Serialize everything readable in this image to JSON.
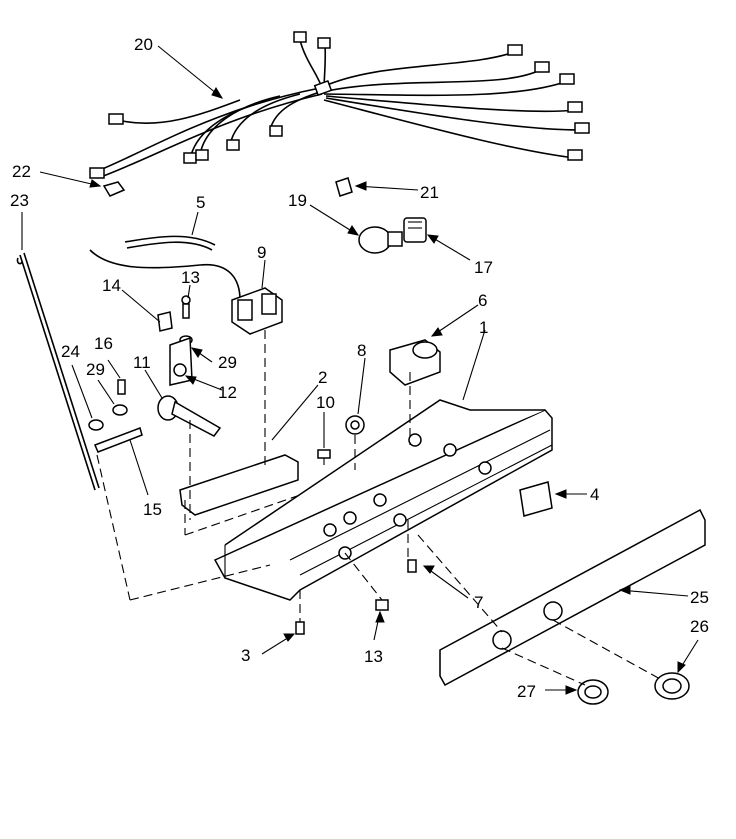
{
  "diagram": {
    "callouts": [
      {
        "id": "c1",
        "text": "1"
      },
      {
        "id": "c2",
        "text": "2"
      },
      {
        "id": "c3",
        "text": "3"
      },
      {
        "id": "c4",
        "text": "4"
      },
      {
        "id": "c5",
        "text": "5"
      },
      {
        "id": "c6",
        "text": "6"
      },
      {
        "id": "c7",
        "text": "7"
      },
      {
        "id": "c8",
        "text": "8"
      },
      {
        "id": "c9",
        "text": "9"
      },
      {
        "id": "c10",
        "text": "10"
      },
      {
        "id": "c11",
        "text": "11"
      },
      {
        "id": "c12",
        "text": "12"
      },
      {
        "id": "c13a",
        "text": "13"
      },
      {
        "id": "c13b",
        "text": "13"
      },
      {
        "id": "c14",
        "text": "14"
      },
      {
        "id": "c15",
        "text": "15"
      },
      {
        "id": "c16",
        "text": "16"
      },
      {
        "id": "c17",
        "text": "17"
      },
      {
        "id": "c19",
        "text": "19"
      },
      {
        "id": "c20",
        "text": "20"
      },
      {
        "id": "c21",
        "text": "21"
      },
      {
        "id": "c22",
        "text": "22"
      },
      {
        "id": "c23",
        "text": "23"
      },
      {
        "id": "c24",
        "text": "24"
      },
      {
        "id": "c25",
        "text": "25"
      },
      {
        "id": "c26",
        "text": "26"
      },
      {
        "id": "c27",
        "text": "27"
      },
      {
        "id": "c29a",
        "text": "29"
      },
      {
        "id": "c29b",
        "text": "29"
      }
    ]
  }
}
